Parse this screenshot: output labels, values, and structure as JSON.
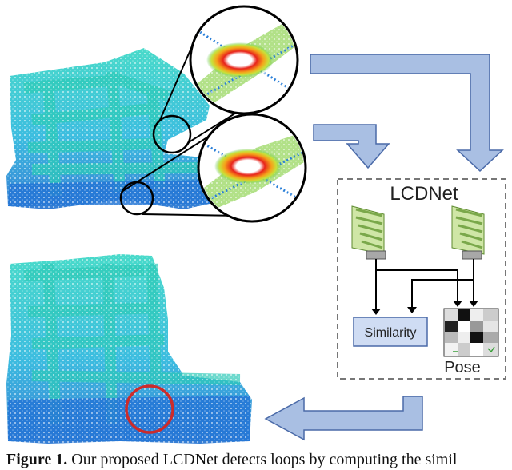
{
  "diagram": {
    "module_title": "LCDNet",
    "similarity_label": "Similarity",
    "pose_label": "Pose"
  },
  "caption": {
    "figure_label": "Figure 1.",
    "text": "Our proposed LCDNet detects loops by computing the simil"
  },
  "colors": {
    "arrow_fill": "#a9bfe3",
    "arrow_stroke": "#4a6aa8",
    "encoder_green": "#b9d98a",
    "encoder_dark": "#5c8a2e",
    "similarity_box": "#cfdcf3",
    "loop_circle": "#cc2b2b",
    "cloud_cyan": "#2ccfcf",
    "cloud_blue": "#2a7fd8"
  },
  "icons": [
    "point-cloud-map",
    "point-cloud-zoom",
    "encoder-pyramid",
    "pose-matrix",
    "block-arrow"
  ]
}
